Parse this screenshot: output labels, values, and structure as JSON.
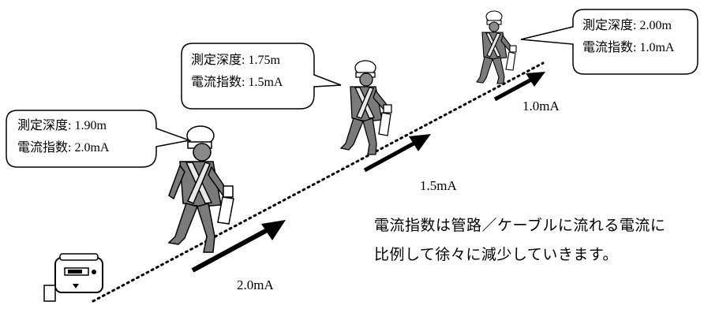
{
  "bubbles": [
    {
      "depth_label": "測定深度",
      "depth_value": ": 1.90m",
      "index_label": "電流指数",
      "index_value": ": 2.0mA"
    },
    {
      "depth_label": "測定深度",
      "depth_value": ": 1.75m",
      "index_label": "電流指数",
      "index_value": ": 1.5mA"
    },
    {
      "depth_label": "測定深度",
      "depth_value": ": 2.00m",
      "index_label": "電流指数",
      "index_value": ": 1.0mA"
    }
  ],
  "currents": [
    "2.0mA",
    "1.5mA",
    "1.0mA"
  ],
  "note": [
    "電流指数は管路／ケーブルに流れる電流に",
    "比例して徐々に減少していきます。"
  ],
  "colors": {
    "line": "#000000",
    "worker_fill": "#7a7a7a",
    "vest": "#e8e8e8",
    "helmet": "#ffffff"
  }
}
